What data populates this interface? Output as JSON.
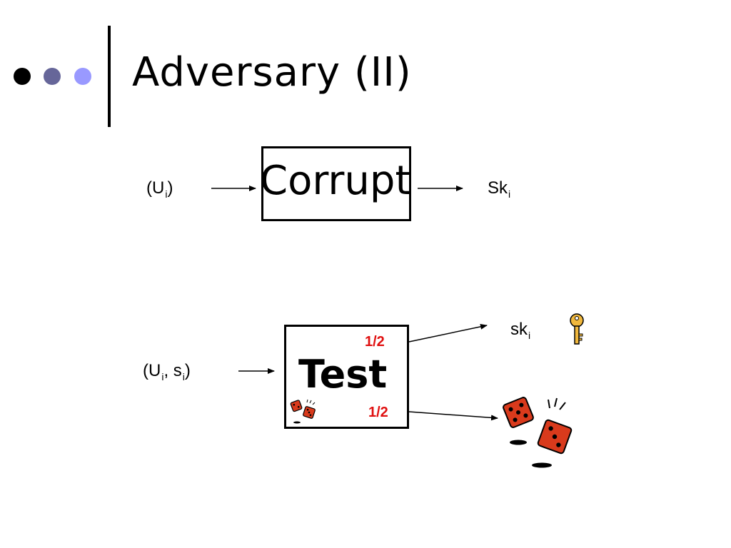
{
  "slide": {
    "title": "Adversary (II)",
    "bullet_colors": [
      "#000000",
      "#666699",
      "#9999ff"
    ]
  },
  "corrupt": {
    "label": "Corrupt",
    "input_main": "(U",
    "input_sub": "i",
    "input_close": ")",
    "output_main": "Sk",
    "output_sub": "i"
  },
  "test": {
    "label": "Test",
    "prob_top": "1/2",
    "prob_bottom": "1/2",
    "input_open": "(U",
    "input_sub1": "i",
    "input_mid": ", s",
    "input_sub2": "i",
    "input_close": ")",
    "output_key_main": "sk",
    "output_key_sub": "i"
  },
  "icons": {
    "key": "key-icon",
    "dice_small": "dice-small-icon",
    "dice_large": "dice-large-icon"
  },
  "colors": {
    "probability": "#e01010",
    "dice": "#d93a1c",
    "key": "#f0b73c"
  }
}
